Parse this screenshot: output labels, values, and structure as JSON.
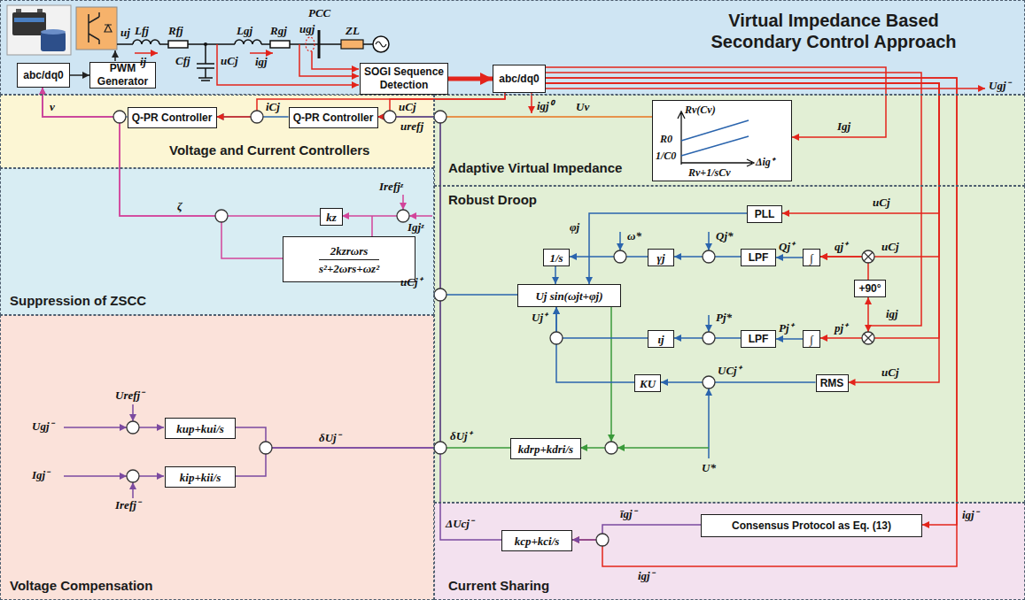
{
  "diagram": {
    "nodes": [
      {
        "text": [
          "Virtual Impedance Based Secondary Control Approach"
        ]
      },
      {
        "text": [
          "abc/dq0"
        ],
        "in": 0
      },
      {
        "text": [
          "PWM Generator"
        ],
        "in": 0
      },
      {
        "text": [
          "SOGI Sequence Detection"
        ],
        "in": 0
      },
      {
        "text": [
          "abc/dq0"
        ],
        "in": 0
      },
      {
        "text": [
          "Voltage and Current Controllers"
        ]
      },
      {
        "text": [
          "Q-PR Controller"
        ],
        "in": 5
      },
      {
        "text": [
          "Q-PR Controller"
        ],
        "in": 5
      },
      {
        "text": [
          "Adaptive Virtual Impedance"
        ]
      },
      {
        "text": [
          "Rv(Cv)",
          "R0",
          "1/C0",
          "Δig⁺",
          "Rv+1/sCv"
        ],
        "in": 8
      },
      {
        "text": [
          "Suppression of ZSCC"
        ]
      },
      {
        "text": [
          "kz"
        ],
        "in": 10
      },
      {
        "text": [
          "2kzrωrs",
          "s²+2ωrs+ωz²"
        ],
        "in": 10
      },
      {
        "text": [
          "Robust Droop"
        ]
      },
      {
        "text": [
          "PLL"
        ],
        "in": 13
      },
      {
        "text": [
          "1/s"
        ],
        "in": 13
      },
      {
        "text": [
          "Uj sin(ωjt+φj)"
        ],
        "in": 13
      },
      {
        "text": [
          "γj"
        ],
        "in": 13
      },
      {
        "text": [
          "LPF"
        ],
        "in": 13
      },
      {
        "text": [
          "∫"
        ],
        "in": 13
      },
      {
        "text": [
          "+90°"
        ],
        "in": 13
      },
      {
        "text": [
          "ιj"
        ],
        "in": 13
      },
      {
        "text": [
          "LPF"
        ],
        "in": 13
      },
      {
        "text": [
          "∫"
        ],
        "in": 13
      },
      {
        "text": [
          "KU"
        ],
        "in": 13
      },
      {
        "text": [
          "RMS"
        ],
        "in": 13
      },
      {
        "text": [
          "kdrp+kdri/s"
        ],
        "in": 13
      },
      {
        "text": [
          "Voltage Compensation"
        ]
      },
      {
        "text": [
          "kup+kui/s"
        ],
        "in": 27
      },
      {
        "text": [
          "kip+kii/s"
        ],
        "in": 27
      },
      {
        "text": [
          "Current Sharing"
        ]
      },
      {
        "text": [
          "kcp+kci/s"
        ],
        "in": 30
      },
      {
        "text": [
          "Consensus Protocol as Eq. (13)"
        ],
        "in": 30
      }
    ],
    "edges": [
      {
        "from": 1,
        "to": 2,
        "arrow": "to"
      },
      {
        "from": 3,
        "to": 4,
        "arrow": "to"
      },
      {
        "from": 7,
        "to": 6,
        "arrow": "to"
      },
      {
        "from": 6,
        "to": 1,
        "arrow": "to"
      },
      {
        "from": 11,
        "to": 1,
        "arrow": "to"
      },
      {
        "from": 12,
        "to": 1,
        "arrow": "to"
      },
      {
        "from": 9,
        "to": 7,
        "arrow": "to"
      },
      {
        "from": 16,
        "to": 7,
        "arrow": "to"
      },
      {
        "from": 28,
        "to": 7,
        "arrow": "to"
      },
      {
        "from": 29,
        "to": 7,
        "arrow": "to"
      },
      {
        "from": 26,
        "to": 7,
        "arrow": "to"
      },
      {
        "from": 31,
        "to": 7,
        "arrow": "to"
      },
      {
        "from": 14,
        "to": 16,
        "arrow": "to"
      },
      {
        "from": 19,
        "to": 18,
        "arrow": "to"
      },
      {
        "from": 18,
        "to": 17,
        "arrow": "to"
      },
      {
        "from": 17,
        "to": 15,
        "arrow": "to"
      },
      {
        "from": 15,
        "to": 16,
        "arrow": "to"
      },
      {
        "from": 23,
        "to": 22,
        "arrow": "to"
      },
      {
        "from": 22,
        "to": 21,
        "arrow": "to"
      },
      {
        "from": 21,
        "to": 16,
        "arrow": "to"
      },
      {
        "from": 24,
        "to": 16,
        "arrow": "to"
      },
      {
        "from": 25,
        "to": 24,
        "arrow": "to"
      },
      {
        "from": 20,
        "to": 19,
        "arrow": "to"
      },
      {
        "from": 4,
        "to": 19,
        "arrow": "to"
      },
      {
        "from": 4,
        "to": 20,
        "arrow": "to"
      },
      {
        "from": 4,
        "to": 23,
        "arrow": "to"
      },
      {
        "from": 4,
        "to": 14,
        "arrow": "to"
      },
      {
        "from": 4,
        "to": 25,
        "arrow": "to"
      },
      {
        "from": 4,
        "to": 9,
        "arrow": "to"
      },
      {
        "from": 4,
        "to": 32,
        "arrow": "to"
      },
      {
        "from": 4,
        "to": 31,
        "arrow": "to"
      },
      {
        "from": 32,
        "to": 31,
        "arrow": "to"
      },
      {
        "from": 4,
        "to": 7,
        "arrow": "to"
      },
      {
        "from": 4,
        "to": 6,
        "arrow": "to"
      }
    ],
    "labels": [
      "uj",
      "Lfj",
      "Rfj",
      "ij",
      "Cfj",
      "uCj",
      "Lgj",
      "Rgj",
      "igj",
      "ugj",
      "PCC",
      "ZL",
      "igj⁰",
      "Ugj⁻",
      "iCj",
      "uCj",
      "v",
      "urefj",
      "Uv",
      "Igj",
      "ζ",
      "Irefjᶻ",
      "Igjᶻ",
      "Urefj⁻",
      "Ugj⁻",
      "Igj⁻",
      "Irefj⁻",
      "δUj⁻",
      "φj",
      "ω*",
      "Qj*",
      "Qj⁺",
      "qj⁺",
      "uCj",
      "Uj⁺",
      "Pj*",
      "Pj⁺",
      "pj⁺",
      "igj",
      "UCj⁺",
      "uCj",
      "U*",
      "δUj⁺",
      "uCj⁺",
      "ΔUcj⁻",
      "īgj⁻",
      "igj⁻",
      "igj⁻",
      "uCj"
    ]
  }
}
